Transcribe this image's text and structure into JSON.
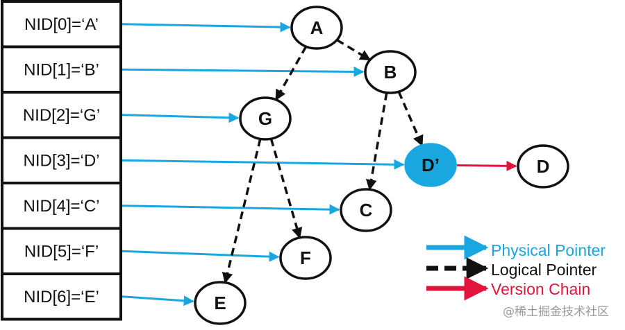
{
  "table": {
    "rows": [
      "NID[0]=‘A’",
      "NID[1]=‘B’",
      "NID[2]=‘G’",
      "NID[3]=‘D’",
      "NID[4]=‘C’",
      "NID[5]=‘F’",
      "NID[6]=‘E’"
    ]
  },
  "nodes": [
    {
      "id": "A",
      "label": "A",
      "highlighted": false
    },
    {
      "id": "B",
      "label": "B",
      "highlighted": false
    },
    {
      "id": "G",
      "label": "G",
      "highlighted": false
    },
    {
      "id": "Dp",
      "label": "D’",
      "highlighted": true
    },
    {
      "id": "D",
      "label": "D",
      "highlighted": false
    },
    {
      "id": "C",
      "label": "C",
      "highlighted": false
    },
    {
      "id": "F",
      "label": "F",
      "highlighted": false
    },
    {
      "id": "E",
      "label": "E",
      "highlighted": false
    }
  ],
  "physical_pointers": [
    {
      "from_row": 0,
      "to": "A"
    },
    {
      "from_row": 1,
      "to": "B"
    },
    {
      "from_row": 2,
      "to": "G"
    },
    {
      "from_row": 3,
      "to": "Dp"
    },
    {
      "from_row": 4,
      "to": "C"
    },
    {
      "from_row": 5,
      "to": "F"
    },
    {
      "from_row": 6,
      "to": "E"
    }
  ],
  "logical_pointers": [
    {
      "from": "A",
      "to": "B"
    },
    {
      "from": "A",
      "to": "G"
    },
    {
      "from": "B",
      "to": "Dp"
    },
    {
      "from": "B",
      "to": "C"
    },
    {
      "from": "G",
      "to": "F"
    },
    {
      "from": "G",
      "to": "E"
    }
  ],
  "version_chain": [
    {
      "from": "Dp",
      "to": "D"
    }
  ],
  "legend": {
    "physical": "Physical Pointer",
    "logical": "Logical Pointer",
    "version": "Version Chain"
  },
  "colors": {
    "physical": "#1aa7e0",
    "logical": "#111111",
    "version": "#e0143c",
    "highlight_fill": "#1aa7e0",
    "legend_physical_text": "#1aa7e0",
    "legend_logical_text": "#111111",
    "legend_version_text": "#e0143c"
  },
  "watermark": "@稀土掘金技术社区"
}
